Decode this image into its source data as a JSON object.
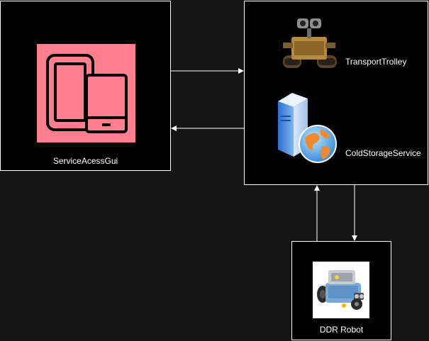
{
  "nodes": {
    "service_gui": {
      "label": "ServiceAcessGui",
      "icon": "tablet-phone-icon"
    },
    "transport_trolley": {
      "label": "TransportTrolley",
      "icon": "wall-e-robot-icon"
    },
    "cold_storage": {
      "label": "ColdStorageService",
      "icon": "web-server-icon"
    },
    "ddr_robot": {
      "label": "DDR Robot",
      "icon": "ddr-robot-photo"
    }
  },
  "colors": {
    "background": "#141414",
    "box_fill": "#000000",
    "box_border": "#ffffff",
    "gui_tile": "#ff7f8f",
    "arrow": "#ffffff"
  },
  "edges": [
    {
      "from": "service_gui",
      "to": "cold_storage"
    },
    {
      "from": "cold_storage",
      "to": "service_gui"
    },
    {
      "from": "ddr_robot",
      "to": "cold_storage"
    },
    {
      "from": "cold_storage",
      "to": "ddr_robot"
    }
  ]
}
